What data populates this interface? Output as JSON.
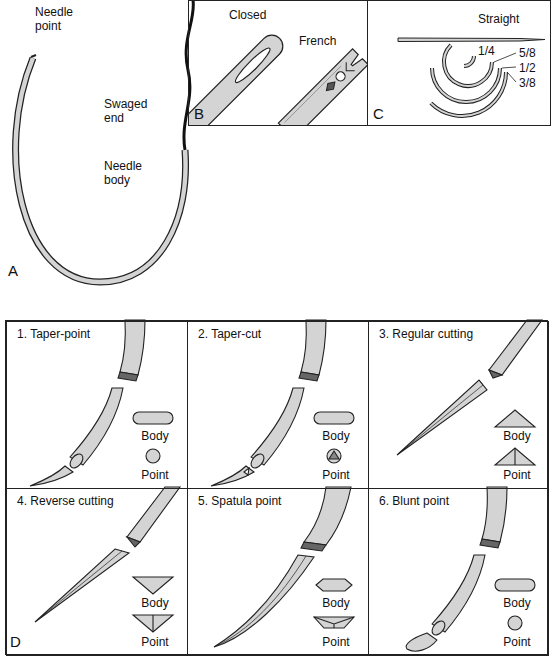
{
  "diagram": {
    "nodes": [
      {
        "text": [
          "Closed",
          "French",
          "B"
        ]
      },
      {
        "text": [
          "Straight",
          "1/4",
          "5/8",
          "1/2",
          "3/8",
          "C"
        ]
      },
      {
        "text": [
          "D"
        ]
      },
      {
        "text": [
          "1. Taper-point",
          "Body",
          "Point"
        ],
        "in": 2
      },
      {
        "text": [
          "2. Taper-cut",
          "Body",
          "Point"
        ],
        "in": 2
      },
      {
        "text": [
          "3. Regular cutting",
          "Body",
          "Point"
        ],
        "in": 2
      },
      {
        "text": [
          "4. Reverse cutting",
          "Body",
          "Point"
        ],
        "in": 2
      },
      {
        "text": [
          "5. Spatula point",
          "Body",
          "Point"
        ],
        "in": 2
      },
      {
        "text": [
          "6. Blunt point",
          "Body",
          "Point"
        ],
        "in": 2
      }
    ],
    "labels": [
      "Needle point",
      "Swaged end",
      "Needle body",
      "A"
    ]
  }
}
